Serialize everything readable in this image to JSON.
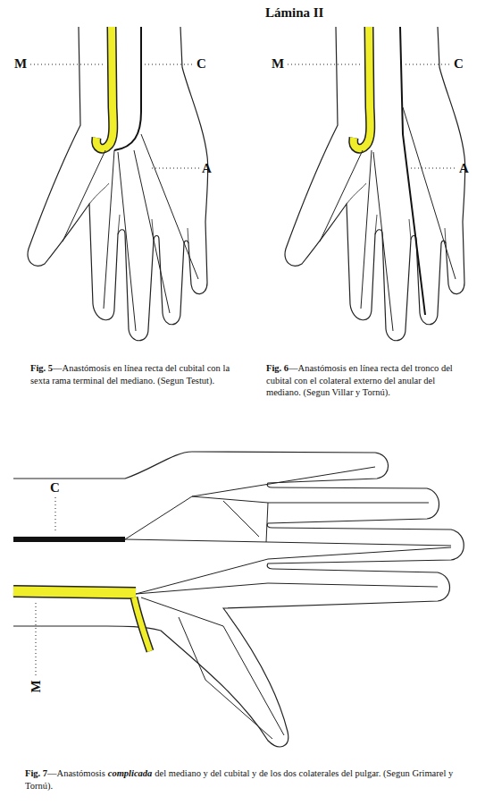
{
  "diagram": {
    "title": "Lámina II",
    "labels": [
      "M",
      "C",
      "A",
      "M",
      "C",
      "A",
      "C",
      "M",
      "Fig. 5",
      "—Anastómosis en línea recta del cubital con la sexta rama terminal del mediano. (Segun Testut).",
      "Fig. 6",
      "—Anastómosis en línea recta del tronco del cubital con el colateral externo del anular del mediano. (Segun Villar y Tornú).",
      "Fig. 7",
      "—Anastómosis",
      "complicada",
      "del mediano y del cubital y de los dos colaterales del pulgar. (Segun Grimarel y Tornú)."
    ]
  }
}
